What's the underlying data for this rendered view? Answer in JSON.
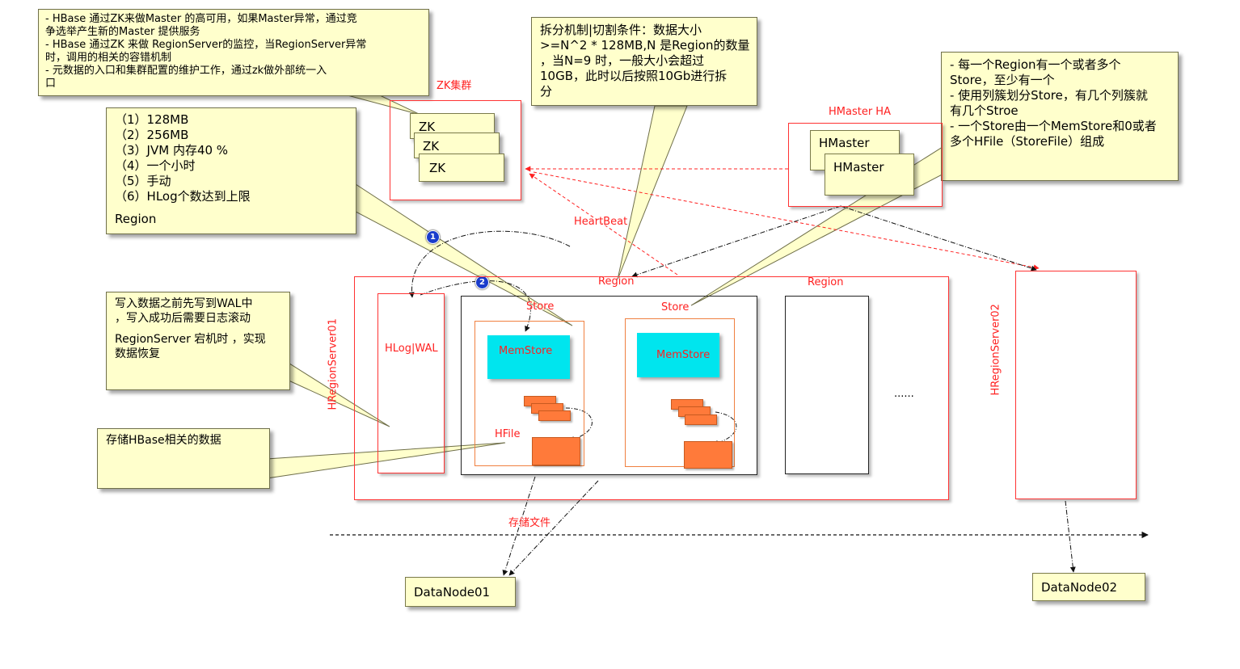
{
  "notes": {
    "zk_ha": [
      "- HBase 通过ZK来做Master 的高可用，如果Master异常，通过竞",
      "争选举产生新的Master 提供服务",
      "- HBase 通过ZK 来做 RegionServer的监控，当RegionServer异常",
      "时，调用的相关的容错机制",
      "- 元数据的入口和集群配置的维护工作，通过zk做外部统一入",
      "口"
    ],
    "split": [
      "拆分机制|切割条件：数据大小",
      ">=N^2 * 128MB,N 是Region的数量",
      "，当N=9 时，一般大小会超过",
      "10GB，此时以后按照10Gb进行拆",
      "分"
    ],
    "store": [
      "- 每一个Region有一个或者多个",
      "Store，至少有一个",
      "- 使用列簇划分Store，有几个列簇就",
      "有几个Stroe",
      "- 一个Store由一个MemStore和0或者",
      "多个HFile（StoreFile）组成"
    ],
    "flush": [
      "（1）128MB",
      "（2）256MB",
      "（3）JVM 内存40 %",
      "（4）一个小时",
      "（5）手动",
      "（6）HLog个数达到上限"
    ],
    "flush_region": "Region",
    "wal": [
      "写入数据之前先写到WAL中",
      "，写入成功后需要日志滚动"
    ],
    "wal2": [
      "RegionServer 宕机时 ，实现",
      "数据恢复"
    ],
    "hdfs": "存储HBase相关的数据"
  },
  "labels": {
    "zk_cluster": "ZK集群",
    "zk": "ZK",
    "hmaster_ha": "HMaster  HA",
    "hmaster": "HMaster",
    "heartbeat": "HeartBeat",
    "region": "Region",
    "store": "Store",
    "memstore": "MemStore",
    "hfile": "HFile",
    "hlog": "HLog|WAL",
    "rs01": "HRegionServer01",
    "rs02": "HRegionServer02",
    "ellipsis": "......",
    "storage_file": "存储文件",
    "dn1": "DataNode01",
    "dn2": "DataNode02",
    "step1": "1",
    "step2": "2"
  },
  "colors": {
    "note_fill": "#ffffcc",
    "frame_red": "#ff3333",
    "memstore": "#00e5ee",
    "hfile": "#ff7a3a",
    "step_circle": "#1a3ccc"
  }
}
